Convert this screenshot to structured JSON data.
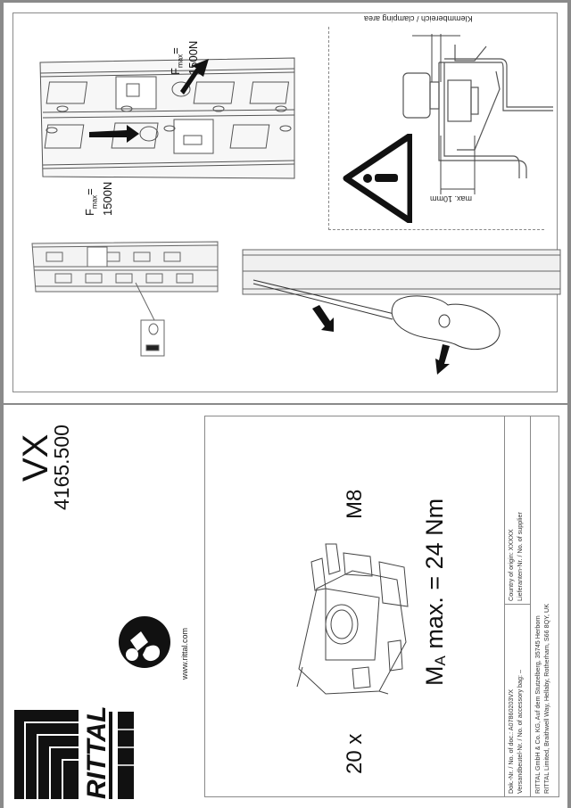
{
  "document": {
    "orientation": "rotated-90",
    "brand": {
      "logo_text": "RITTAL",
      "website": "www.rittal.com"
    },
    "product": {
      "series": "VX",
      "article_number": "4165.500"
    },
    "part_illustration": {
      "quantity": "20 x",
      "thread_size": "M8",
      "torque_symbol": "M",
      "torque_subscript": "A",
      "torque_text": " max. = 24 Nm"
    },
    "info_table": {
      "doc_number_line": "Dok.-Nr. / No. of doc.: A07860203VX",
      "accessory_bag_line": "Versandbeutel-Nr. / No. of accessory bag: –",
      "country_of_origin_line": "Country of origin: XXXXX",
      "supplier_line": "Lieferanten-Nr. / No. of supplier",
      "address_de": "RITTAL GmbH & Co. KG, Auf dem Stutzelberg, 35745 Herborn",
      "address_uk": "RITTAL Limited, Braithwell Way, Hellaby, Rotherham, S66 8QY, UK"
    },
    "assembly_diagrams": {
      "force_label_1": {
        "symbol": "F",
        "subscript": "max",
        "eq": "=",
        "value": "1500N"
      },
      "force_label_2": {
        "symbol": "F",
        "subscript": "max",
        "eq": "=",
        "value": "1500N"
      },
      "clamping_area_label": "Klemmbereich / clamping area",
      "max_thickness_label": "max. 10mm",
      "warning_icon": "warning-triangle-icon"
    },
    "colors": {
      "frame": "#8a8a8a",
      "ink": "#111111",
      "paper": "#ffffff"
    }
  }
}
